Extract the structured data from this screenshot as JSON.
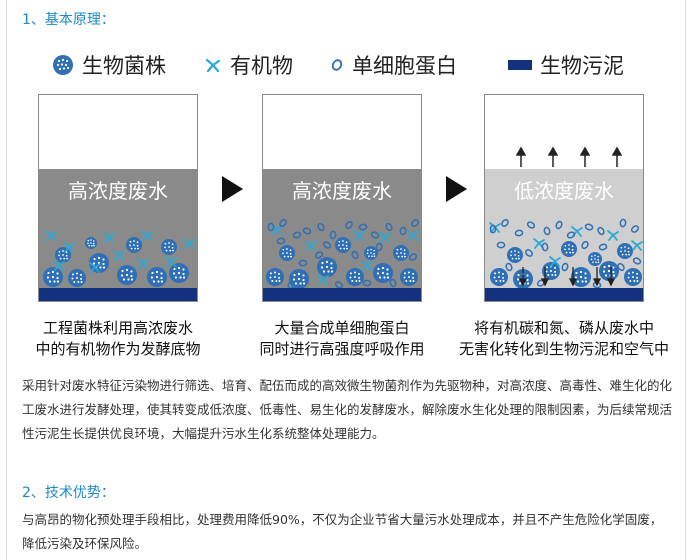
{
  "section1": {
    "title": "1、基本原理："
  },
  "legend": [
    {
      "icon": "microbe-strain-icon",
      "label": "生物菌株"
    },
    {
      "icon": "organic-matter-icon",
      "label": "有机物"
    },
    {
      "icon": "single-cell-protein-icon",
      "label": "单细胞蛋白"
    },
    {
      "icon": "sludge-bar-icon",
      "label": "生物污泥"
    }
  ],
  "tanks": [
    {
      "water_label": "高浓度废水",
      "caption_line1": "工程菌株利用高浓废水",
      "caption_line2": "中的有机物作为发酵底物"
    },
    {
      "water_label": "高浓度废水",
      "caption_line1": "大量合成单细胞蛋白",
      "caption_line2": "同时进行高强度呼吸作用"
    },
    {
      "water_label": "低浓度废水",
      "caption_line1": "将有机碳和氮、磷从废水中",
      "caption_line2": "无害化转化到生物污泥和空气中"
    }
  ],
  "section1_text": "采用针对废水特征污染物进行筛选、培育、配伍而成的高效微生物菌剂作为先驱物种，对高浓度、高毒性、难生化的化工废水进行发酵处理，使其转变成低浓度、低毒性、易生化的发酵废水，解除废水生化处理的限制因素，为后续常规活性污泥生长提供优良环境，大幅提升污水生化系统整体处理能力。",
  "section2": {
    "title": "2、技术优势："
  },
  "section2_text": "与高昂的物化预处理手段相比，处理费用降低90%，不仅为企业节省大量污水处理成本，并且不产生危险化学固废，降低污染及环保风险。",
  "colors": {
    "accent": "#1e88c8",
    "microbe": "#2f6fb5",
    "organic": "#28a9d8",
    "sludge": "#14317f",
    "water_high": "#8a8a8a",
    "water_low": "#cfcfcf"
  }
}
